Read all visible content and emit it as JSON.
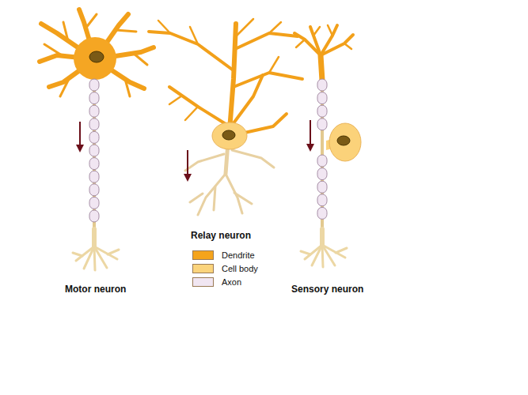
{
  "diagram": {
    "labels": [
      "Motor neuron",
      "Relay neuron",
      "Sensory neuron"
    ],
    "legend": [
      {
        "text": "Dendrite",
        "color": "#f5a41c"
      },
      {
        "text": "Cell body",
        "color": "#fbd47c"
      },
      {
        "text": "Axon",
        "color": "#f1e6f2"
      }
    ]
  }
}
